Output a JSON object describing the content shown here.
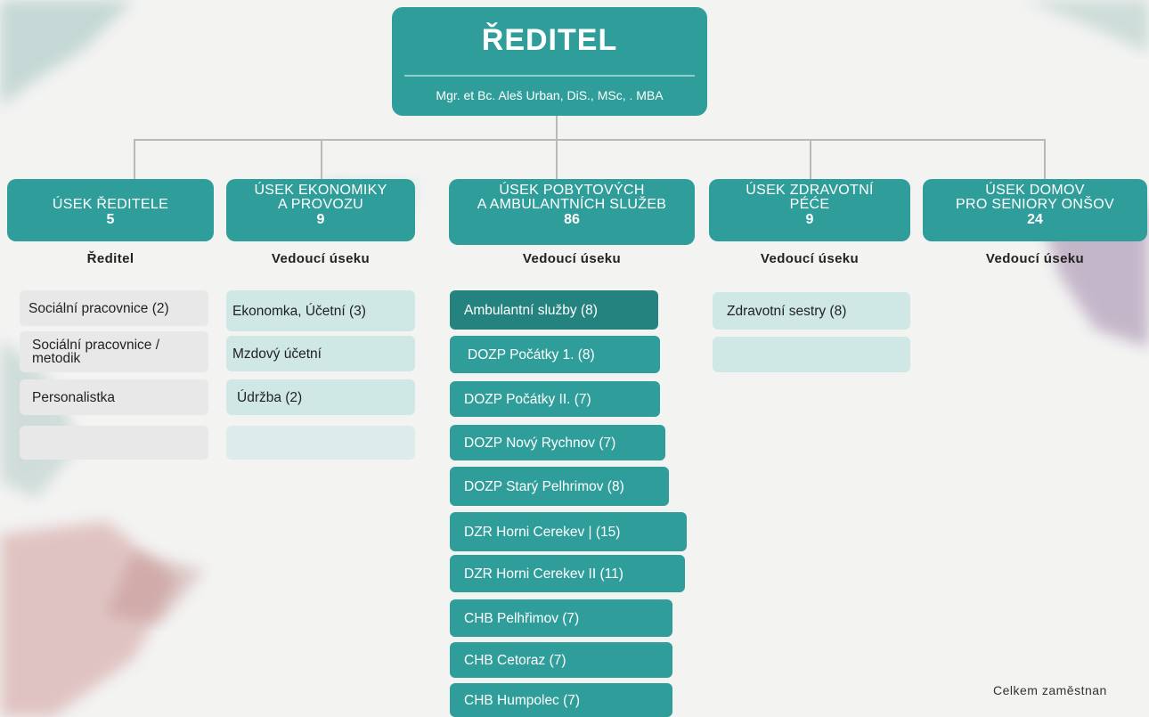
{
  "director": {
    "title": "ŘEDITEL",
    "name": "Mgr. et Bc. Aleš Urban, DiS., MSc, . MBA"
  },
  "departments": [
    {
      "name": "ÚSEK ŘEDITELE",
      "count": "5",
      "head": "Ředitel",
      "units": [
        "Sociální pracovnice (2)",
        "Sociální pracovnice /\nmetodik",
        "Personalistka",
        ""
      ]
    },
    {
      "name": "ÚSEK EKONOMIKY\nA PROVOZU",
      "count": "9",
      "head": "Vedoucí úseku",
      "units": [
        "Ekonomka, Účetní (3)",
        "Mzdový účetní",
        "Údržba (2)",
        ""
      ]
    },
    {
      "name": "ÚSEK POBYTOVÝCH\nA AMBULANTNÍCH SLUŽEB",
      "count": "86",
      "head": "Vedoucí úseku",
      "units": [
        "Ambulantní služby (8)",
        "DOZP Počátky 1. (8)",
        "DOZP Počátky II. (7)",
        "DOZP Nový Rychnov (7)",
        "DOZP Starý Pelhrimov (8)",
        "DZR Horni Cerekev | (15)",
        "DZR Horni Cerekev II (11)",
        "CHB Pelhřimov (7)",
        "CHB Cetoraz (7)",
        "CHB Humpolec (7)"
      ]
    },
    {
      "name": "ÚSEK ZDRAVOTNÍ\nPÉĆE",
      "count": "9",
      "head": "Vedoucí úseku",
      "units": [
        "Zdravotní sestry (8)",
        ""
      ]
    },
    {
      "name": "ÚSEK DOMOV\nPRO SENIORY ONŠOV",
      "count": "24",
      "head": "Vedoucí úseku",
      "units": []
    }
  ],
  "footer": {
    "text": "Celkem zaměstnan"
  },
  "colors": {
    "teal": "#2f9e9a",
    "dark_teal": "#24837f",
    "light_green": "#cfe8e5",
    "grey": "#e8e8e8"
  }
}
